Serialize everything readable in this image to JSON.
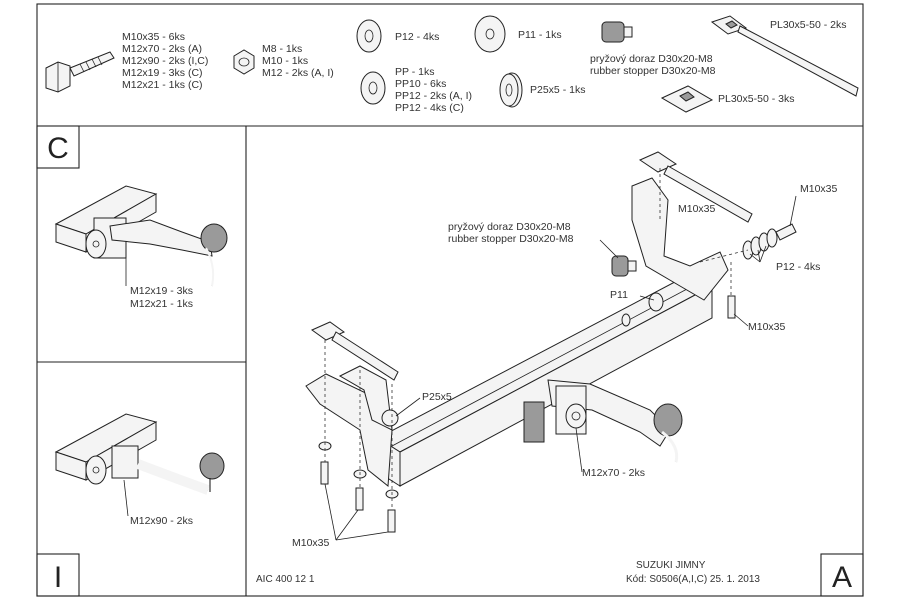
{
  "parts_list": {
    "bolts": [
      "M10x35 - 6ks",
      "M12x70 - 2ks (A)",
      "M12x90 - 2ks (I,C)",
      "M12x19 - 3ks (C)",
      "M12x21 - 1ks (C)"
    ],
    "nuts": [
      "M8 - 1ks",
      "M10 - 1ks",
      "M12 - 2ks (A, I)"
    ],
    "p12": "P12 - 4ks",
    "pp_group": [
      "PP - 1ks",
      "PP10 - 6ks",
      "PP12 - 2ks (A, I)",
      "PP12 - 4ks (C)"
    ],
    "p11": "P11 - 1ks",
    "p25": "P25x5 - 1ks",
    "stopper_cz": "pryžový doraz D30x20-M8",
    "stopper_en": "rubber stopper D30x20-M8",
    "plate_strap": "PL30x5-50 - 2ks",
    "plate": "PL30x5-50 - 3ks"
  },
  "panels": {
    "c_letter": "C",
    "i_letter": "I",
    "a_letter": "A",
    "c_labels": [
      "M12x19 - 3ks",
      "M12x21 - 1ks"
    ],
    "i_label": "M12x90 - 2ks"
  },
  "main": {
    "stopper_cz": "pryžový doraz D30x20-M8",
    "stopper_en": "rubber stopper D30x20-M8",
    "m10_top": "M10x35",
    "m10_bracket": "M10x35",
    "p12": "P12 - 4ks",
    "p11": "P11",
    "m10_right": "M10x35",
    "p25": "P25x5",
    "m12x70": "M12x70 - 2ks",
    "m10_bottom": "M10x35"
  },
  "footer": {
    "drawing_no": "AIC 400 12 1",
    "model": "SUZUKI JIMNY",
    "code": "Kód: S0506(A,I,C)  25. 1. 2013"
  }
}
